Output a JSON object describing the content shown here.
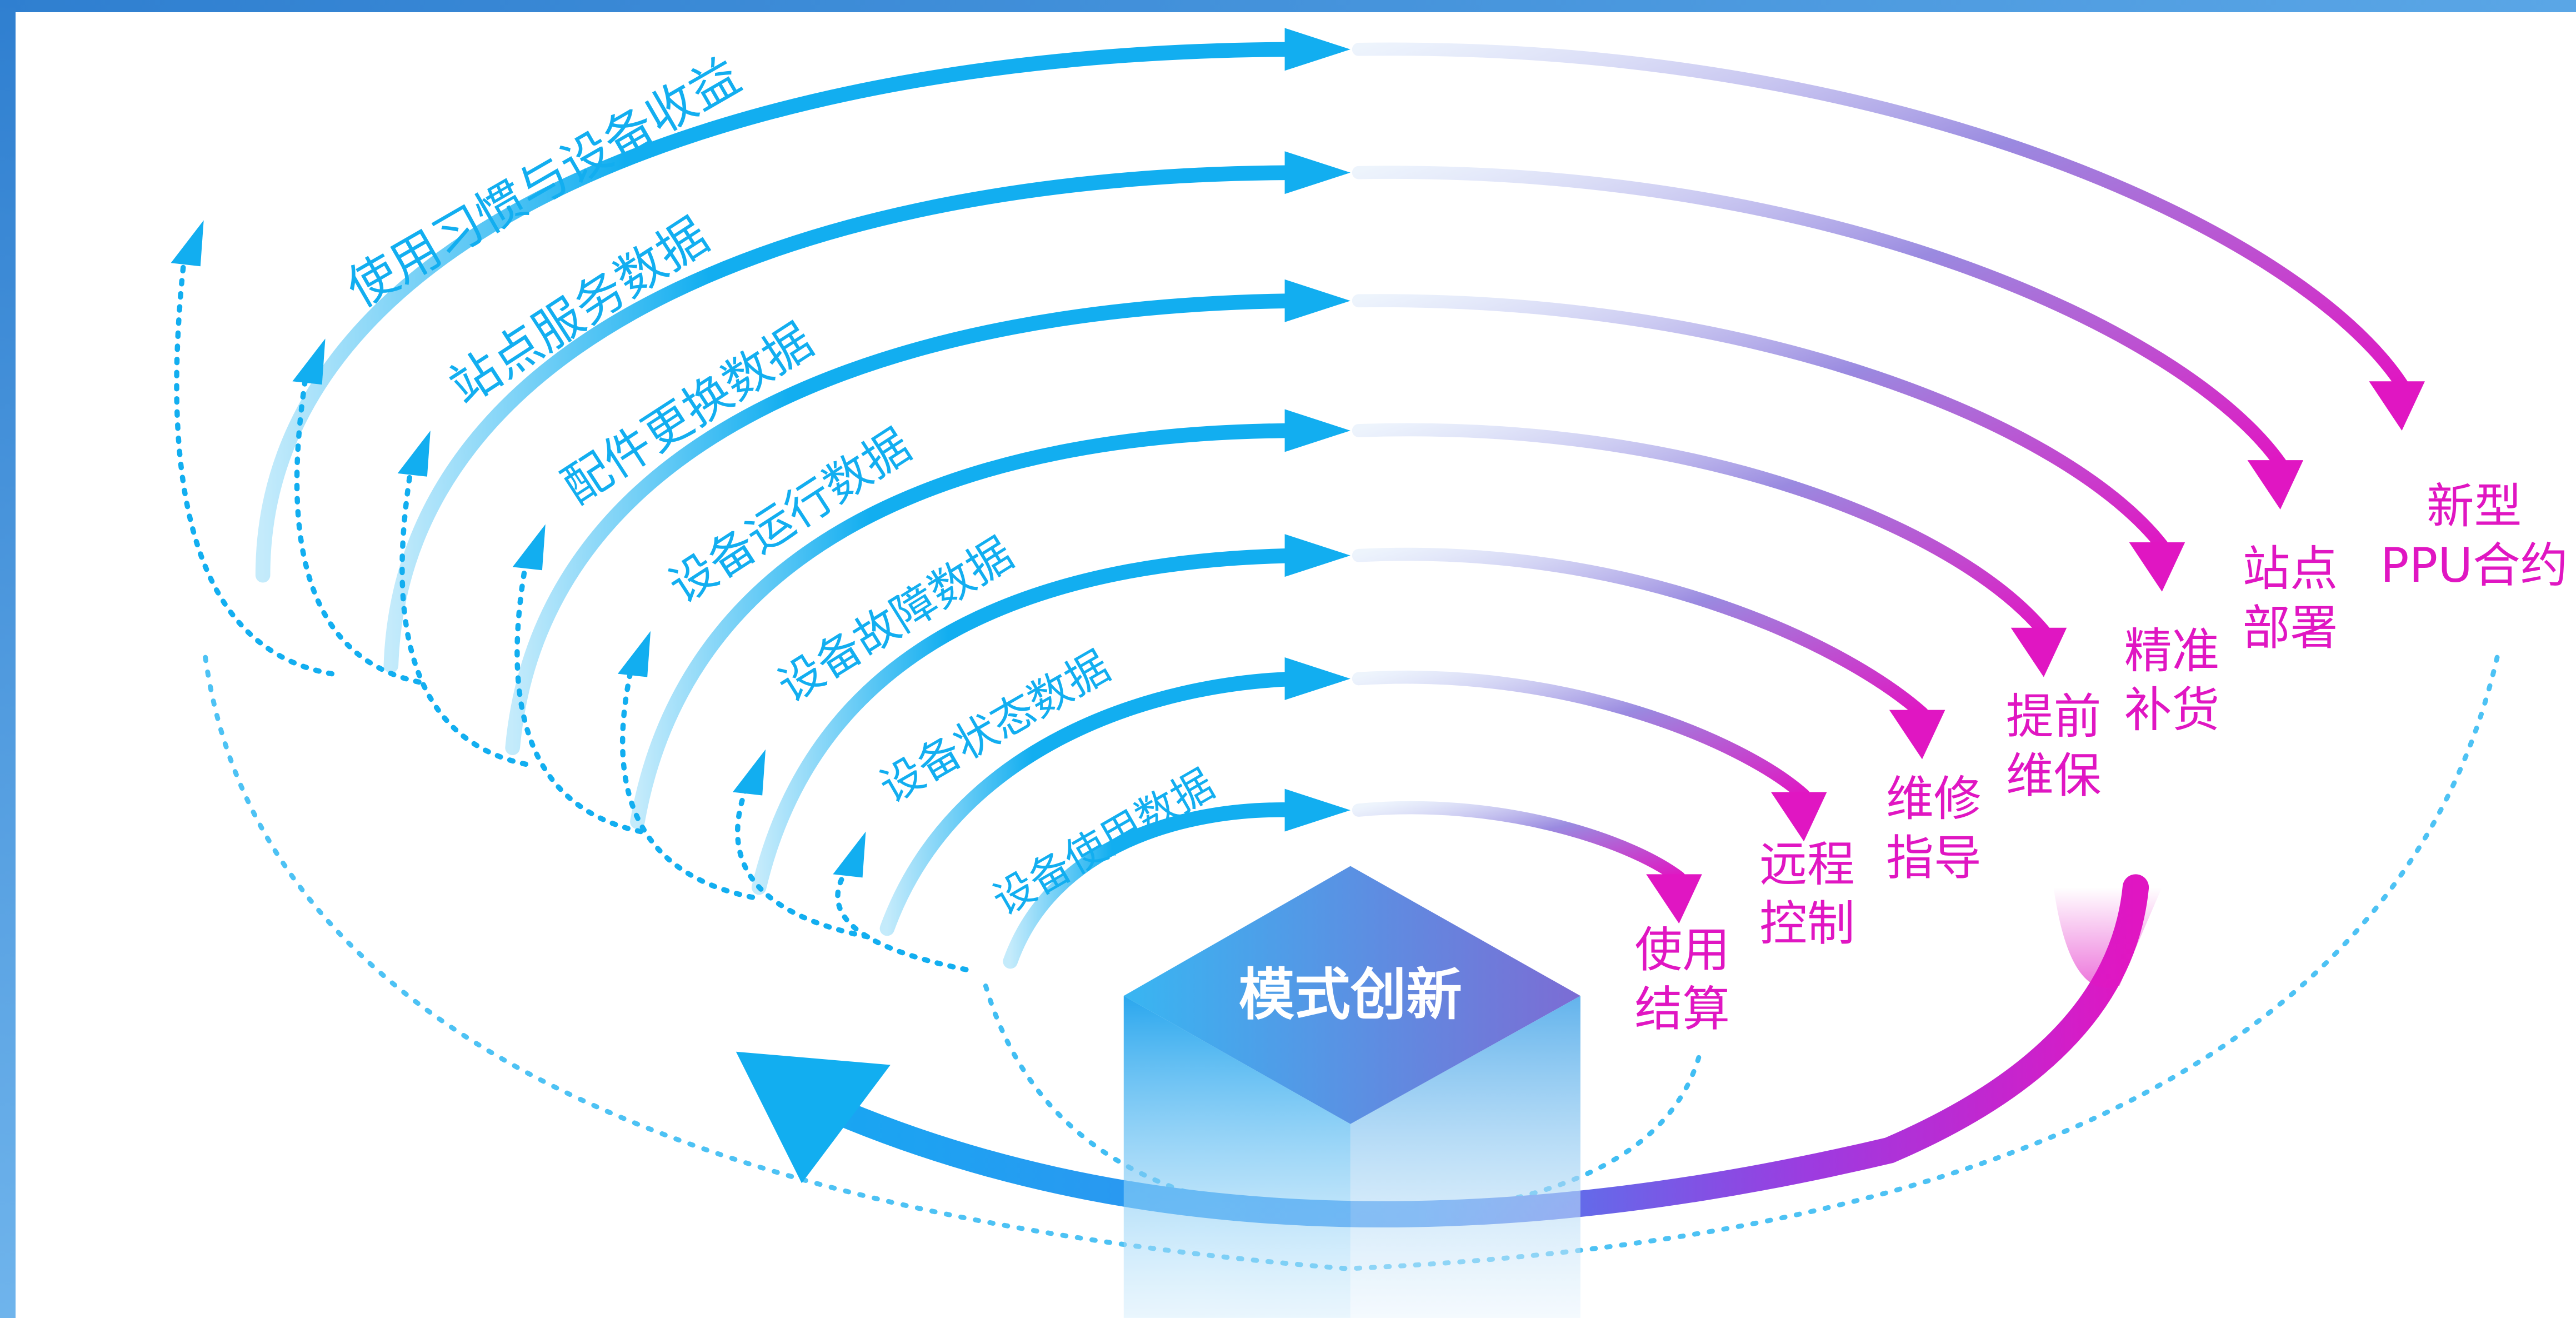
{
  "colors": {
    "cyan": "#12aef0",
    "magenta": "#e016c2",
    "purple": "#8a5ad8",
    "frame": "#2f7fd0",
    "cube_top_a": "#39b4f0",
    "cube_top_b": "#7d6fd4"
  },
  "center": {
    "label": "模式创新"
  },
  "data_arcs": [
    {
      "label": "设备使用数据"
    },
    {
      "label": "设备状态数据"
    },
    {
      "label": "设备故障数据"
    },
    {
      "label": "设备运行数据"
    },
    {
      "label": "配件更换数据"
    },
    {
      "label": "站点服务数据"
    },
    {
      "label": "使用习惯与设备收益"
    }
  ],
  "outcomes": [
    {
      "line1": "使用",
      "line2": "结算"
    },
    {
      "line1": "远程",
      "line2": "控制"
    },
    {
      "line1": "维修",
      "line2": "指导"
    },
    {
      "line1": "提前",
      "line2": "维保"
    },
    {
      "line1": "精准",
      "line2": "补货"
    },
    {
      "line1": "站点",
      "line2": "部署"
    },
    {
      "line1": "新型",
      "line2": "PPU合约"
    }
  ],
  "icons": {
    "arrowhead": "triangle-arrow-icon",
    "cube": "cube-icon"
  }
}
